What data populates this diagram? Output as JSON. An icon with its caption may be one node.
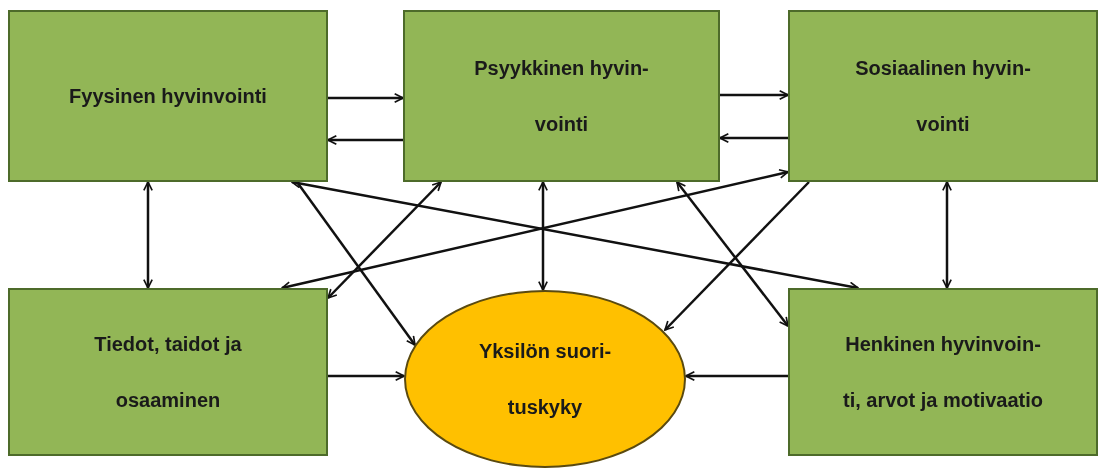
{
  "diagram": {
    "nodes": [
      {
        "text": [
          "Fyysinen hyvinvointi"
        ]
      },
      {
        "text": [
          "Psyykkinen hyvin- vointi"
        ]
      },
      {
        "text": [
          "Sosiaalinen hyvin- vointi"
        ]
      },
      {
        "text": [
          "Tiedot, taidot ja osaaminen"
        ]
      },
      {
        "text": [
          "Yksilön suori- tuskyky"
        ]
      },
      {
        "text": [
          "Henkinen hyvinvoin- ti, arvot ja motivaatio"
        ]
      }
    ],
    "edges": [
      {
        "from": 0,
        "to": 1,
        "arrow": "to"
      },
      {
        "from": 1,
        "to": 0,
        "arrow": "to"
      },
      {
        "from": 1,
        "to": 2,
        "arrow": "to"
      },
      {
        "from": 2,
        "to": 1,
        "arrow": "to"
      },
      {
        "from": 0,
        "to": 3,
        "arrow": "both"
      },
      {
        "from": 1,
        "to": 4,
        "arrow": "both"
      },
      {
        "from": 2,
        "to": 5,
        "arrow": "both"
      },
      {
        "from": 0,
        "to": 5,
        "arrow": "both"
      },
      {
        "from": 2,
        "to": 3,
        "arrow": "both"
      },
      {
        "from": 1,
        "to": 3,
        "arrow": "both"
      },
      {
        "from": 0,
        "to": 4,
        "arrow": "to"
      },
      {
        "from": 1,
        "to": 5,
        "arrow": "both"
      },
      {
        "from": 2,
        "to": 4,
        "arrow": "to"
      },
      {
        "from": 3,
        "to": 4,
        "arrow": "to"
      },
      {
        "from": 5,
        "to": 4,
        "arrow": "to"
      }
    ]
  }
}
